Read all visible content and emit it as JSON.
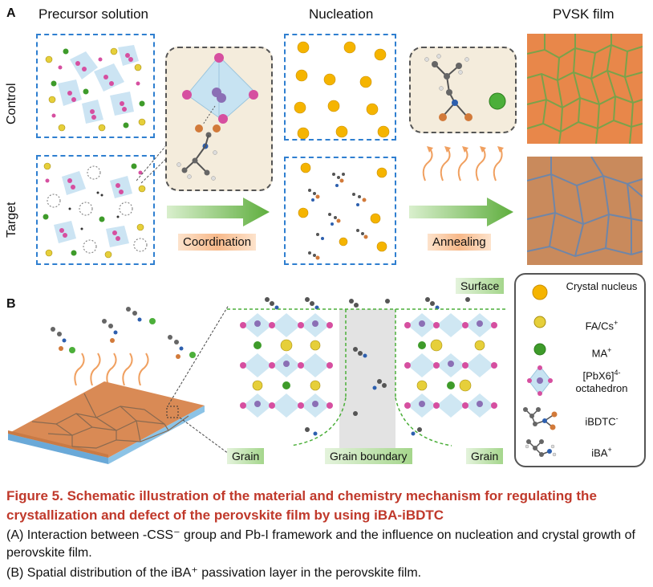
{
  "panelA": {
    "letter": "A",
    "headers": {
      "precursor": "Precursor solution",
      "nucleation": "Nucleation",
      "film": "PVSK film"
    },
    "rows": {
      "control": "Control",
      "target": "Target"
    },
    "arrows": {
      "coordination": "Coordination",
      "annealing": "Annealing"
    }
  },
  "panelB": {
    "letter": "B",
    "labels": {
      "surface": "Surface",
      "grain_left": "Grain",
      "grain_boundary": "Grain boundary",
      "grain_right": "Grain"
    }
  },
  "legend": {
    "items": [
      {
        "label": "Crystal nucleus",
        "icon": "crystal-nucleus-icon",
        "color": "#f5b400"
      },
      {
        "label": "FA/Cs",
        "sup": "+",
        "icon": "fa-cs-icon",
        "color": "#e6cf3a"
      },
      {
        "label": "MA",
        "sup": "+",
        "icon": "ma-icon",
        "color": "#3e9b2a"
      },
      {
        "label": "[PbX6]",
        "sup": "4-",
        "label2": "octahedron",
        "icon": "octahedron-icon",
        "color": "#b7d9ee"
      },
      {
        "label": "iBDTC",
        "sup": "-",
        "icon": "ibdtc-molecule-icon"
      },
      {
        "label": "iBA",
        "sup": "+",
        "icon": "iba-molecule-icon"
      }
    ]
  },
  "caption": {
    "title": "Figure 5.  Schematic illustration of the material and chemistry mechanism for regulating the crystallization and defect of the perovskite film by using iBA-iBDTC",
    "line_a": "(A) Interaction between -CSS⁻ group and Pb-I framework and the influence on nucleation and crystal growth of perovskite film.",
    "line_b": "(B) Spatial distribution of the iBA⁺ passivation layer in the perovskite film."
  },
  "colors": {
    "box_border": "#2f7fd0",
    "arrow_green": "#5fae3e",
    "film_control": "#e8874a",
    "film_target": "#c98a5c",
    "title_red": "#c0392b"
  }
}
